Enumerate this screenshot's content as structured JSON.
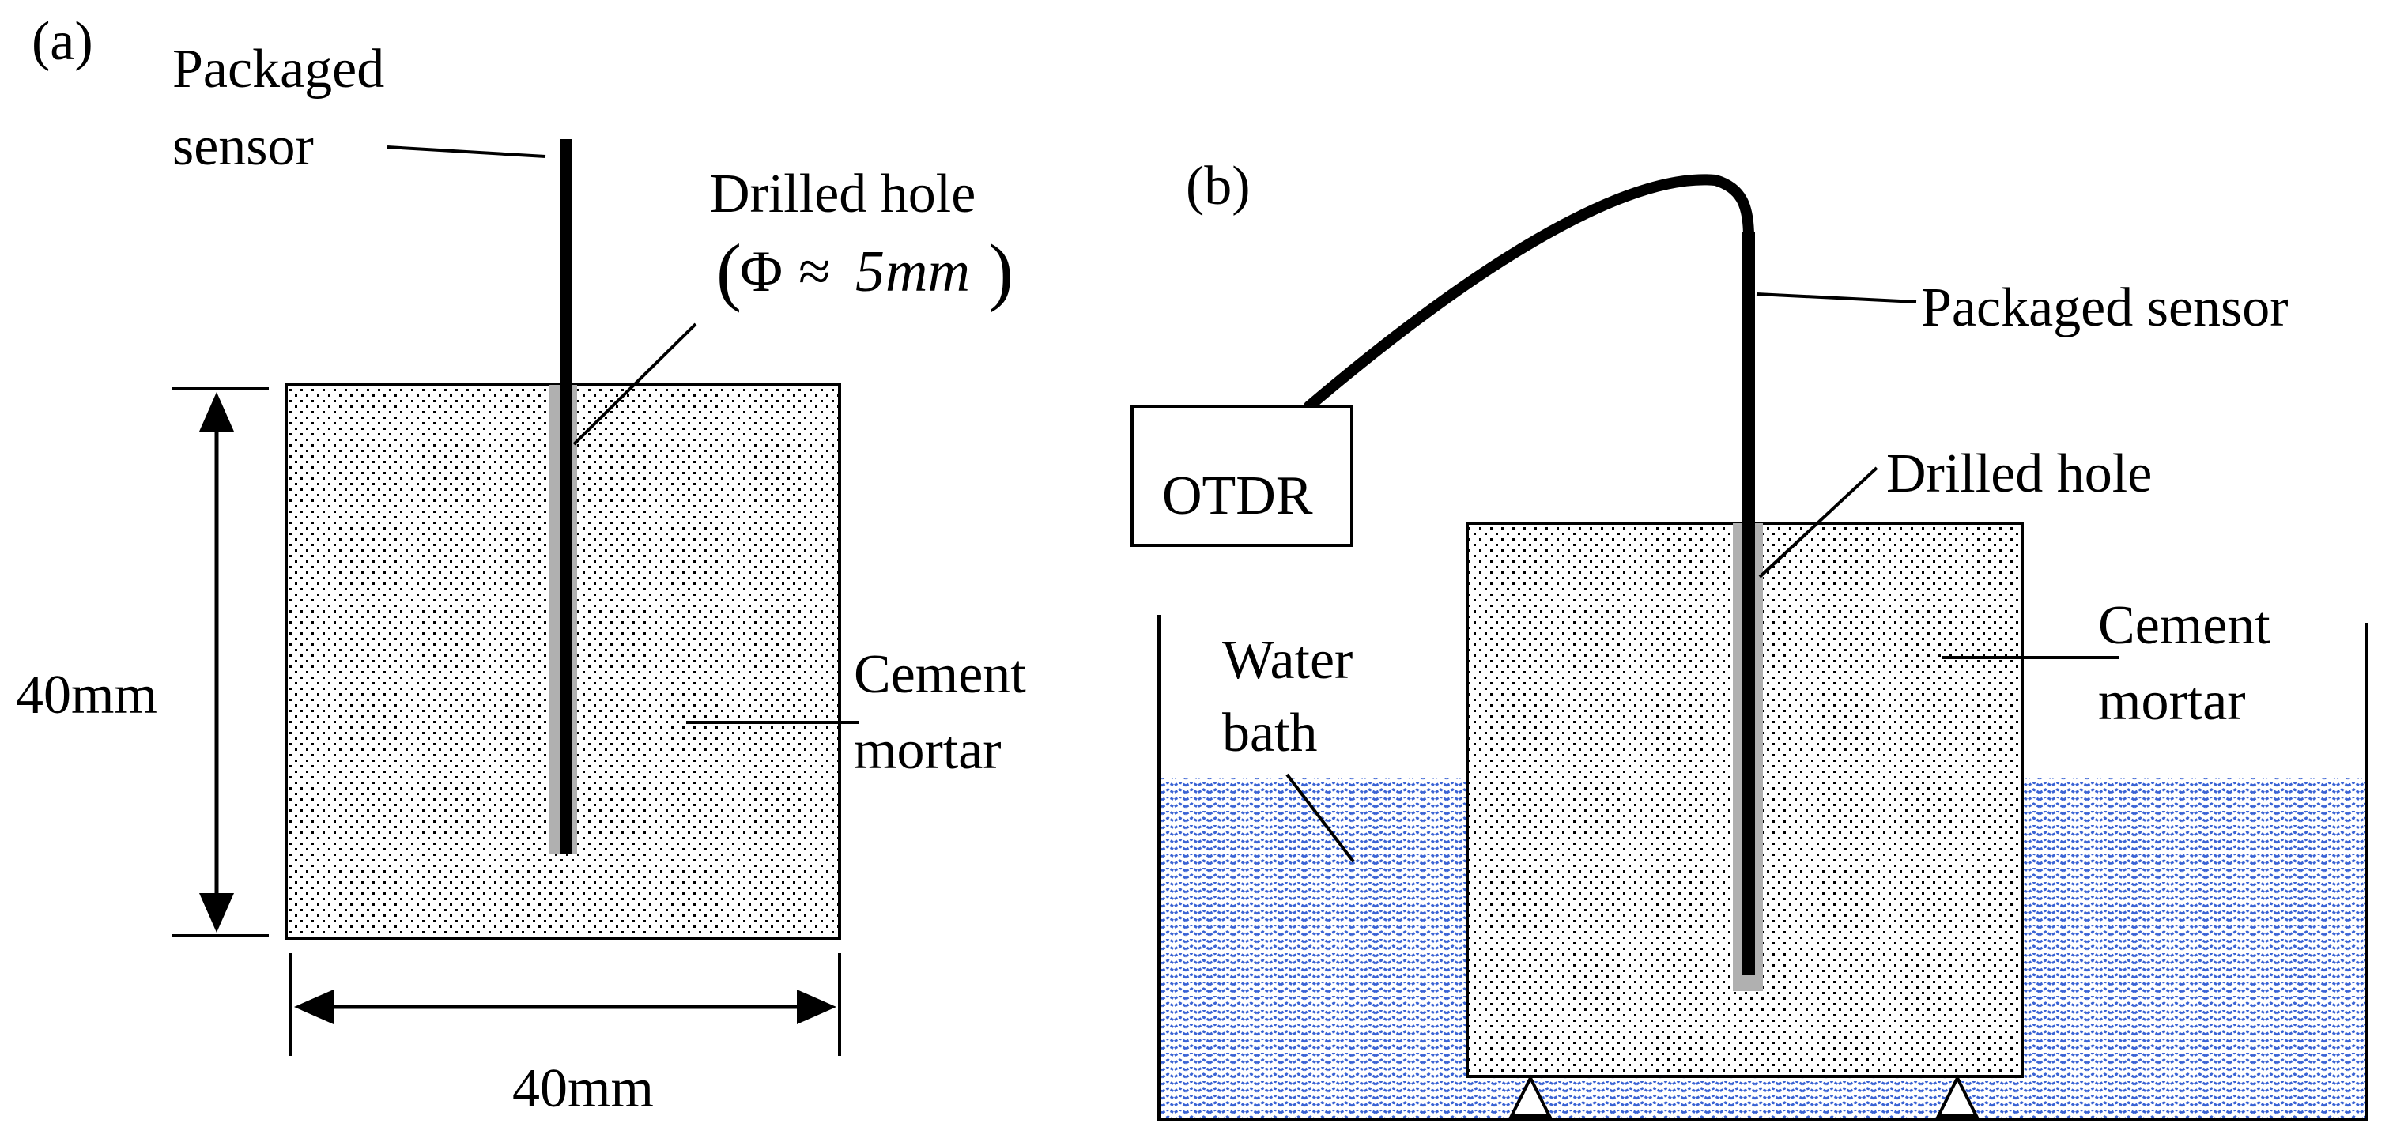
{
  "panel_a": {
    "label": "(a)",
    "sensor_label_line1": "Packaged",
    "sensor_label_line2": "sensor",
    "hole_label": "Drilled hole",
    "hole_dim_phi": "Φ",
    "hole_dim_approx": "≈",
    "hole_dim_value": "5",
    "hole_dim_unit": "mm",
    "mortar_label_line1": "Cement",
    "mortar_label_line2": "mortar",
    "height_label": "40mm",
    "width_label": "40mm"
  },
  "panel_b": {
    "label": "(b)",
    "device_label": "OTDR",
    "sensor_label": "Packaged sensor",
    "hole_label": "Drilled hole",
    "mortar_label_line1": "Cement",
    "mortar_label_line2": "mortar",
    "water_label_line1": "Water",
    "water_label_line2": "bath"
  },
  "colors": {
    "water": "#3a63d4",
    "hole": "#b0b0b0",
    "stroke": "#000000"
  },
  "icons": {
    "support": "triangle-support-icon",
    "arrow": "arrowhead-icon"
  }
}
